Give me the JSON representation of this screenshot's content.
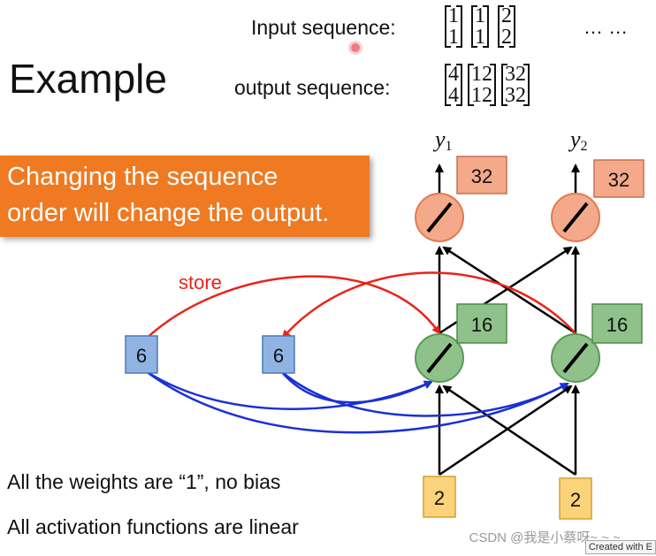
{
  "title": "Example",
  "input_label": "Input sequence:",
  "output_label": "output sequence:",
  "input_vectors": [
    [
      "1",
      "1"
    ],
    [
      "1",
      "1"
    ],
    [
      "2",
      "2"
    ]
  ],
  "input_ellipsis": "…  …",
  "output_vectors": [
    [
      "4",
      "4"
    ],
    [
      "12",
      "12"
    ],
    [
      "32",
      "32"
    ]
  ],
  "banner_text": [
    "Changing the sequence",
    "order will change the output."
  ],
  "store_label": "store",
  "memory_values": [
    "6",
    "6"
  ],
  "hidden_values": [
    "16",
    "16"
  ],
  "output_values": [
    "32",
    "32"
  ],
  "input_values": [
    "2",
    "2"
  ],
  "y_labels": [
    {
      "letter": "y",
      "sub": "1"
    },
    {
      "letter": "y",
      "sub": "2"
    }
  ],
  "notes": [
    "All the weights are “1”, no bias",
    "All activation functions are linear"
  ],
  "watermark": "CSDN @我是小蔡呀~ ~ ~",
  "created_tag": "Created with E",
  "colors": {
    "banner": "#ef7a22",
    "neuron_output": "#f4a98a",
    "neuron_hidden": "#8fc28a",
    "memory_box": "#8fb4e3",
    "input_box": "#fbd37a",
    "store_arrow": "#e8231a",
    "memory_arrow": "#1a2fd6"
  }
}
